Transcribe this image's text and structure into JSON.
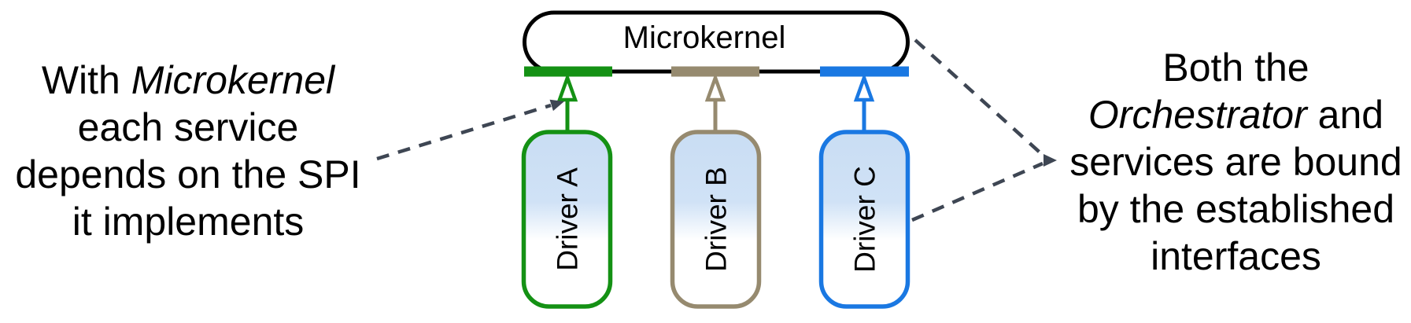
{
  "diagram": {
    "microkernel_label": "Microkernel",
    "drivers": [
      {
        "label": "Driver A"
      },
      {
        "label": "Driver B"
      },
      {
        "label": "Driver C"
      }
    ]
  },
  "left_note": {
    "line1_prefix": "With ",
    "line1_italic": "Microkernel",
    "line2": "each service",
    "line3": "depends on the SPI",
    "line4": "it implements"
  },
  "right_note": {
    "line1": "Both the",
    "line2_italic": "Orchestrator",
    "line2_suffix": " and",
    "line3": "services are bound",
    "line4": "by the established",
    "line5": "interfaces"
  },
  "colors": {
    "outline": "#000000",
    "driver_a": "#149114",
    "driver_b": "#968a6f",
    "driver_c": "#1a78e2",
    "callout": "#3e4653",
    "arrow_fill": "#ffffff",
    "box_fill": "#ffffff",
    "driver_fill_top": "#c9ddf3",
    "driver_fill_mid": "#d0e2f6",
    "driver_fill_bottom": "#ffffff",
    "text": "#000000"
  }
}
